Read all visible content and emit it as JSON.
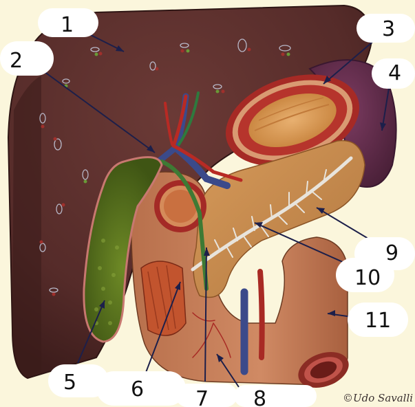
{
  "labels": [
    {
      "id": "1",
      "text": "1"
    },
    {
      "id": "2",
      "text": "2"
    },
    {
      "id": "3",
      "text": "3"
    },
    {
      "id": "4",
      "text": "4"
    },
    {
      "id": "5",
      "text": "5"
    },
    {
      "id": "6",
      "text": "6"
    },
    {
      "id": "7",
      "text": "7"
    },
    {
      "id": "8",
      "text": "8"
    },
    {
      "id": "9",
      "text": "9"
    },
    {
      "id": "10",
      "text": "10"
    },
    {
      "id": "11",
      "text": "11"
    }
  ],
  "credit": "©Udo Savalli",
  "colors": {
    "background": "#fbf6dc",
    "liver": "#5a2f2c",
    "gallbladder": "#5e7b1e",
    "pancreas": "#c98f52",
    "spleen": "#6a3150",
    "duodenum": "#c07a55",
    "label_pill": "#ffffff",
    "pointer": "#1c1f4a"
  }
}
